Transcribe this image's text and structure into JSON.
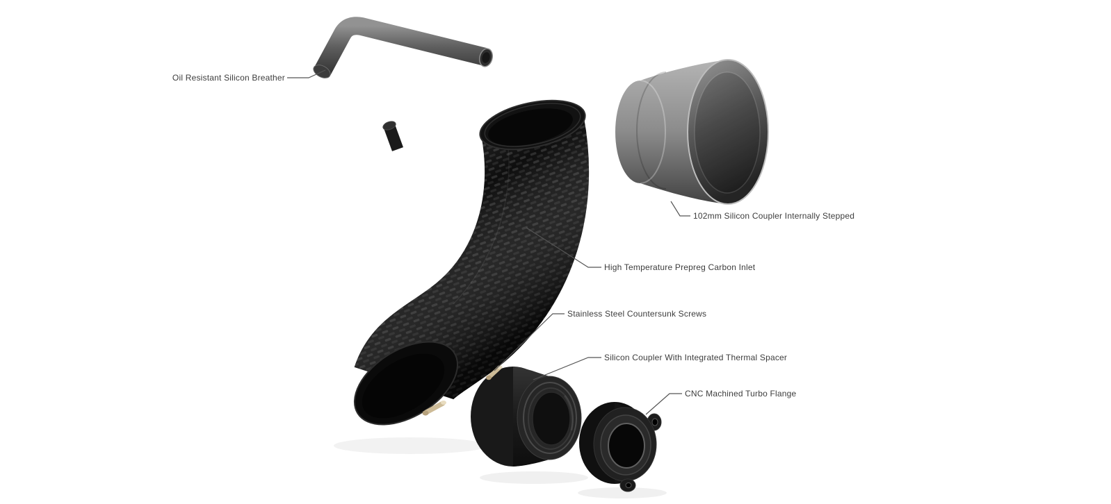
{
  "diagram": {
    "labels": [
      {
        "text": "Oil Resistant Silicon Breather"
      },
      {
        "text": "102mm Silicon Coupler Internally Stepped"
      },
      {
        "text": "High Temperature Prepreg Carbon Inlet"
      },
      {
        "text": "Stainless Steel Countersunk Screws"
      },
      {
        "text": "Silicon Coupler With Integrated Thermal Spacer"
      },
      {
        "text": "CNC Machined Turbo Flange"
      }
    ],
    "parts": [
      {
        "name": "silicon-breather-hose"
      },
      {
        "name": "102mm-stepped-silicon-coupler"
      },
      {
        "name": "prepreg-carbon-fiber-inlet-pipe"
      },
      {
        "name": "stainless-countersunk-screws"
      },
      {
        "name": "thermal-spacer-silicon-coupler"
      },
      {
        "name": "cnc-machined-turbo-flange"
      }
    ],
    "colors": {
      "background": "#ffffff",
      "label_text": "#3c3c3c",
      "leader_line": "#555555",
      "carbon_weave_dark": "#0e0e0e",
      "carbon_weave_light": "#2e2e2e",
      "silicone_gray": "#8b8b8b",
      "anodized_black": "#1b1b1b",
      "screw_brass": "#cdbb97"
    }
  }
}
